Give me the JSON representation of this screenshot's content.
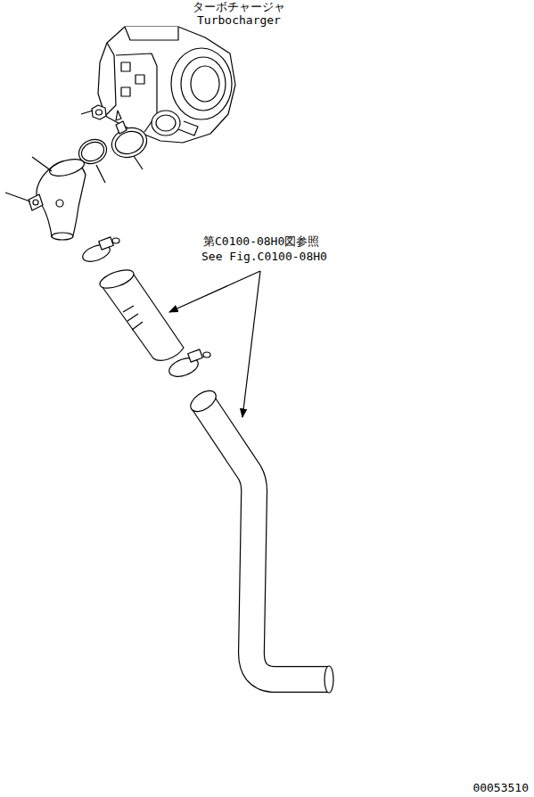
{
  "diagram": {
    "labels": [
      "ターボチャージャ",
      "Turbocharger",
      "第C0100-08H0図参照",
      "See Fig.C0100-08H0",
      "00053510"
    ]
  }
}
